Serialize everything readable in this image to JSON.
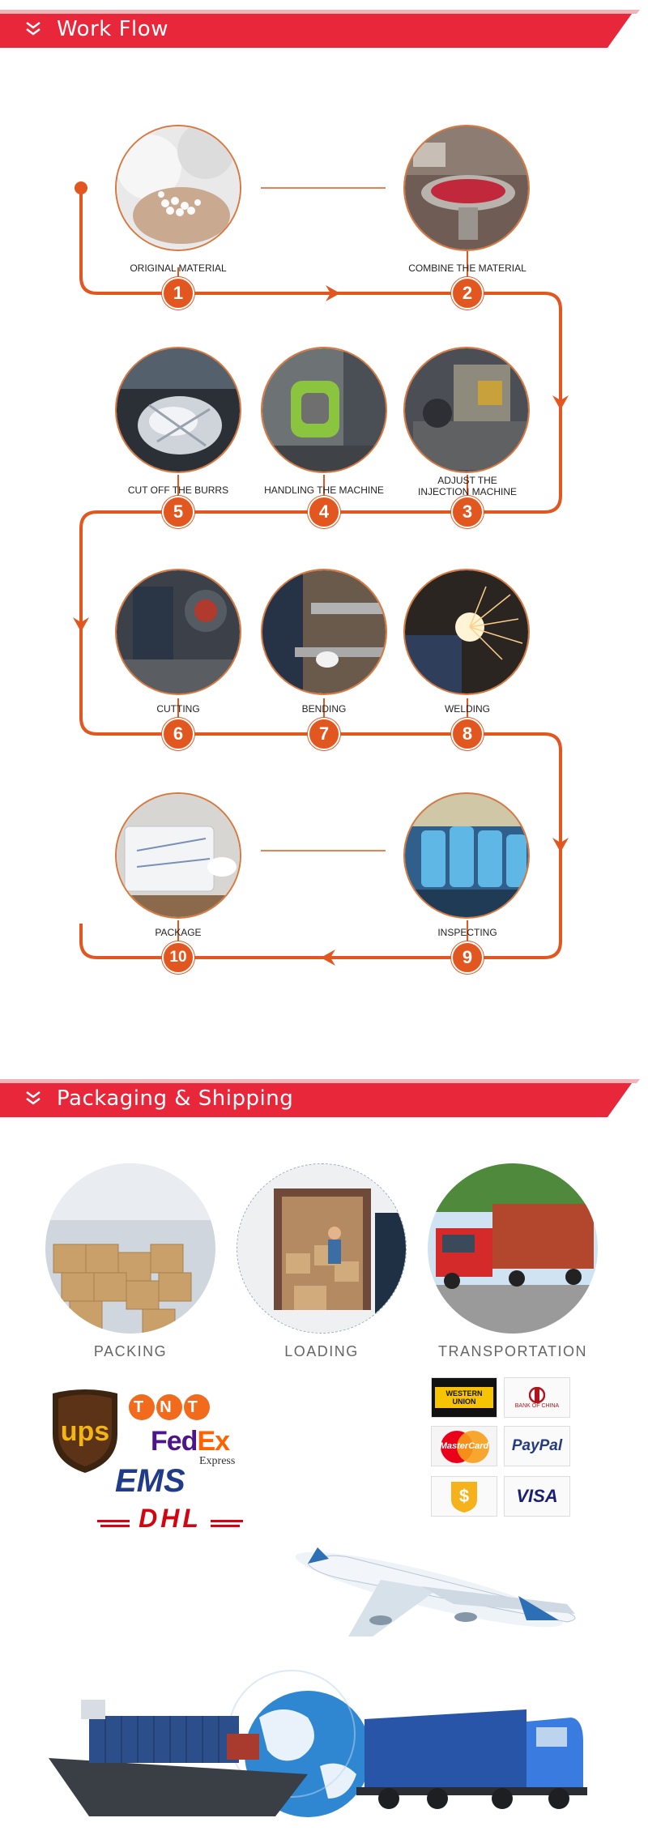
{
  "workflow": {
    "title": "Work Flow",
    "steps": [
      {
        "num": "1",
        "label": "ORIGINAL MATERIAL"
      },
      {
        "num": "2",
        "label": "COMBINE THE MATERIAL"
      },
      {
        "num": "3",
        "label": "ADJUST THE\nINJECTION MACHINE"
      },
      {
        "num": "4",
        "label": "HANDLING THE MACHINE"
      },
      {
        "num": "5",
        "label": "CUT OFF THE BURRS"
      },
      {
        "num": "6",
        "label": "CUTTING"
      },
      {
        "num": "7",
        "label": "BENDING"
      },
      {
        "num": "8",
        "label": "WELDING"
      },
      {
        "num": "9",
        "label": "INSPECTING"
      },
      {
        "num": "10",
        "label": "PACKAGE"
      }
    ]
  },
  "shipping": {
    "title": "Packaging & Shipping",
    "stages": [
      {
        "label": "PACKING"
      },
      {
        "label": "LOADING"
      },
      {
        "label": "TRANSPORTATION"
      }
    ],
    "carriers": {
      "ups": "ups",
      "tnt": "TNT",
      "fedex_fed": "Fed",
      "fedex_ex": "Ex",
      "fedex_express": "Express",
      "ems": "EMS",
      "dhl": "DHL"
    },
    "payments": {
      "western_union": "WESTERN UNION",
      "bank_of_china": "BANK OF CHINA",
      "mastercard": "MasterCard",
      "paypal": "PayPal",
      "dollar": "$",
      "visa": "VISA"
    }
  },
  "colors": {
    "banner_red": "#e8283a",
    "flow_orange": "#e2561f"
  },
  "icons": [
    "chevron-down-icon",
    "arrow-right-icon",
    "arrow-down-icon",
    "arrow-left-icon"
  ]
}
